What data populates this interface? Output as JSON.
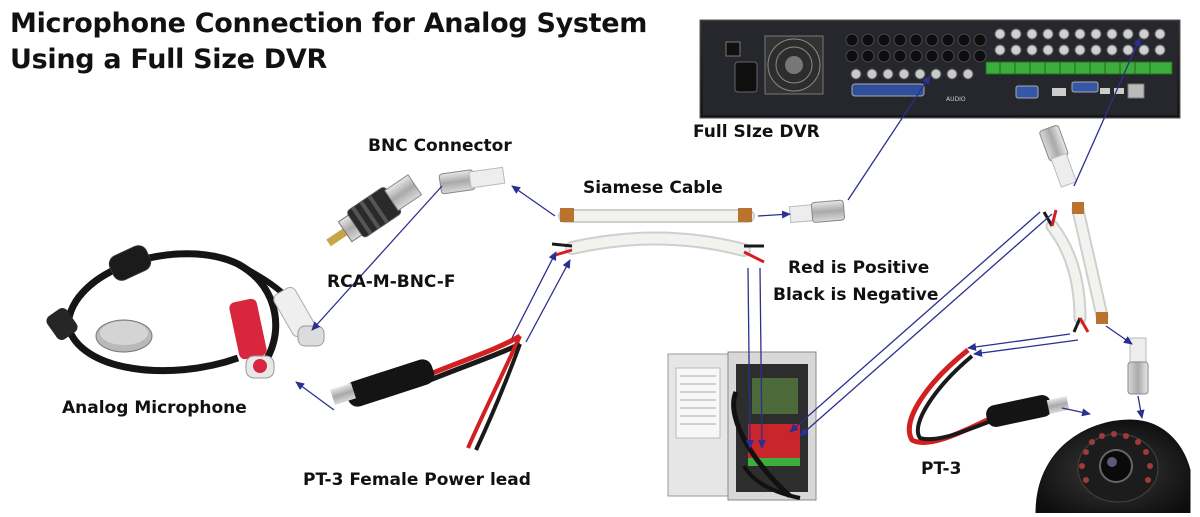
{
  "title": {
    "line1": "Microphone Connection for Analog System",
    "line2": "Using a Full Size DVR"
  },
  "labels": {
    "bnc_connector": "BNC Connector",
    "siamese_cable": "Siamese Cable",
    "full_size_dvr": "Full SIze DVR",
    "rca_m_bnc_f": "RCA-M-BNC-F",
    "red_positive": "Red is Positive",
    "black_negative": "Black is Negative",
    "analog_microphone": "Analog Microphone",
    "pt3_female": "PT-3 Female Power lead",
    "pt3": "PT-3"
  },
  "dvr_panel_text": {
    "audio": "AUDIO"
  },
  "colors": {
    "arrow": "#2b2f8f",
    "wire_red": "#d21f1f",
    "wire_black": "#1a1a1a",
    "cable_white": "#f2f2ee",
    "braid": "#b8742f",
    "dvr_body": "#1d1e22",
    "terminal_green": "#3cae3c"
  }
}
